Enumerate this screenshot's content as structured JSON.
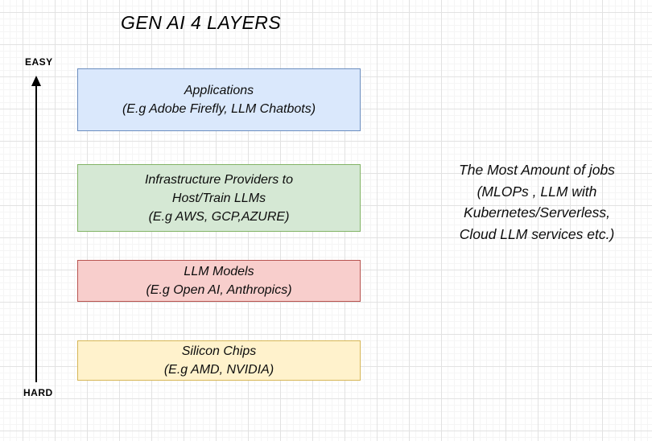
{
  "title": "GEN AI 4 LAYERS",
  "axis": {
    "top_label": "EASY",
    "bottom_label": "HARD",
    "line_color": "#000000"
  },
  "layers": [
    {
      "id": "applications",
      "lines": [
        "Applications",
        "(E.g Adobe Firefly, LLM Chatbots)"
      ],
      "fill": "#dae8fc",
      "stroke": "#6c8ebf"
    },
    {
      "id": "infrastructure-providers",
      "lines": [
        "Infrastructure Providers to",
        "Host/Train LLMs",
        "(E.g AWS, GCP,AZURE)"
      ],
      "fill": "#d5e8d4",
      "stroke": "#82b366"
    },
    {
      "id": "llm-models",
      "lines": [
        "LLM Models",
        "(E.g Open AI, Anthropics)"
      ],
      "fill": "#f8cecc",
      "stroke": "#b85450"
    },
    {
      "id": "silicon-chips",
      "lines": [
        "Silicon Chips",
        "(E.g AMD, NVIDIA)"
      ],
      "fill": "#fff2cc",
      "stroke": "#d6b656"
    }
  ],
  "annotation": {
    "lines": [
      "The Most Amount of jobs",
      "(MLOPs , LLM with",
      "Kubernetes/Serverless,",
      "Cloud LLM services etc.)"
    ]
  }
}
